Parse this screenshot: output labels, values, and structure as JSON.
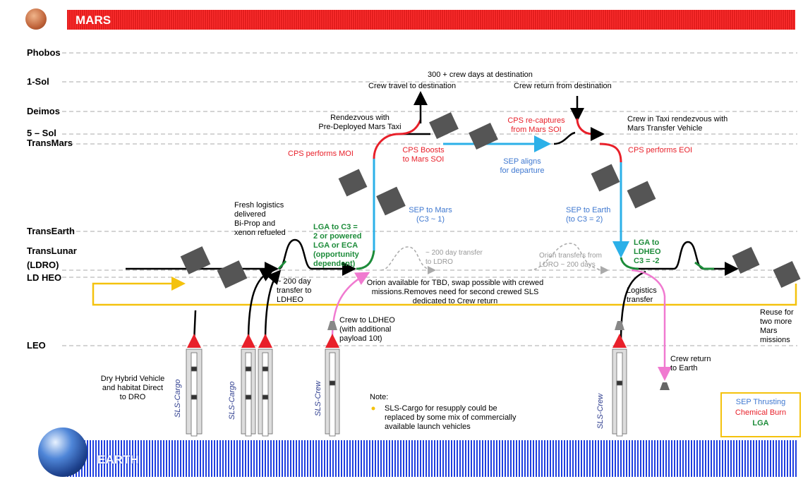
{
  "headers": {
    "mars": "MARS",
    "earth": "EARTH"
  },
  "levels": [
    "Phobos",
    "1-Sol",
    "Deimos",
    "5 – Sol",
    "TransMars",
    "TransEarth",
    "TransLunar",
    "(LDRO)",
    "LD HEO",
    "LEO"
  ],
  "annotations": {
    "crew_days": "300 + crew days at destination",
    "crew_travel": "Crew travel to destination",
    "crew_return_dest": "Crew return from destination",
    "rendezvous_1": "Rendezvous with",
    "rendezvous_2": "Pre-Deployed Mars Taxi",
    "taxi_1": "Crew in Taxi rendezvous with",
    "taxi_2": "Mars Transfer Vehicle",
    "cps_moi": "CPS  performs MOI",
    "cps_boosts_1": "CPS Boosts",
    "cps_boosts_2": "to Mars SOI",
    "cps_recapture_1": "CPS re-captures",
    "cps_recapture_2": "from Mars SOI",
    "cps_eoi": "CPS  performs EOI",
    "sep_aligns_1": "SEP aligns",
    "sep_aligns_2": "for departure",
    "sep_mars_1": "SEP to Mars",
    "sep_mars_2": "(C3 ~ 1)",
    "sep_earth_1": "SEP to Earth",
    "sep_earth_2": "(to C3 = 2)",
    "fresh_1": "Fresh logistics",
    "fresh_2": "delivered",
    "fresh_3": "Bi-Prop and",
    "fresh_4": "xenon refueled",
    "lga_c3_1": "LGA to C3 =",
    "lga_c3_2": "2 or powered",
    "lga_c3_3": "LGA or ECA",
    "lga_c3_4": "(opportunity",
    "lga_c3_5": "dependent)",
    "lga_ldheo_1": "LGA to",
    "lga_ldheo_2": "LDHEO",
    "lga_ldheo_3": "C3 = -2",
    "transfer_200_1": "~ 200 day",
    "transfer_200_2": "transfer to",
    "transfer_200_3": "LDHEO",
    "gray_ldro_1": "~ 200 day transfer",
    "gray_ldro_2": "to LDRO",
    "gray_orion_1": "Orion transfers from",
    "gray_orion_2": "LDRO ~ 200 days",
    "orion_1": "Orion available for TBD, swap possible with crewed",
    "orion_2": "missions.Removes need for second crewed SLS",
    "orion_3": "dedicated to Crew return",
    "logistics_1": "Logistics",
    "logistics_2": "transfer",
    "crew_ldheo_1": "Crew to LDHEO",
    "crew_ldheo_2": "(with additional",
    "crew_ldheo_3": "payload 10t)",
    "reuse_1": "Reuse for",
    "reuse_2": "two more",
    "reuse_3": "Mars",
    "reuse_4": "missions",
    "crew_earth_1": "Crew return",
    "crew_earth_2": "to Earth",
    "dry_1": "Dry Hybrid Vehicle",
    "dry_2": "and habitat Direct",
    "dry_3": "to DRO",
    "note_title": "Note:",
    "note_1": "SLS-Cargo for resupply could be",
    "note_2": "replaced by some mix of commercially",
    "note_3": "available launch vehicles"
  },
  "sls_labels": [
    "SLS-Cargo",
    "SLS-Cargo",
    "SLS-Crew",
    "SLS-Crew"
  ],
  "legend": {
    "sep": "SEP Thrusting",
    "chem": "Chemical Burn",
    "lga": "LGA"
  },
  "colors": {
    "sep": "#2bb0e8",
    "chem": "#e8202a",
    "lga": "#1d8c3a",
    "loop": "#f4c20d",
    "crew": "#f07ad0"
  }
}
